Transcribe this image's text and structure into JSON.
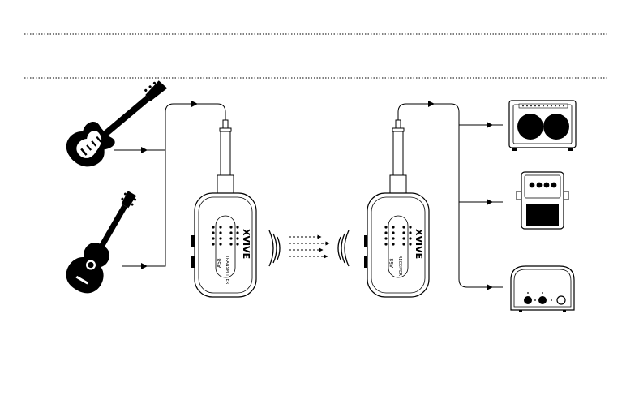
{
  "transmitter": {
    "brand": "XVIVE",
    "model": "A58",
    "role": "TRANSMITTER"
  },
  "receiver": {
    "brand": "XVIVE",
    "model": "A58",
    "role": "RECEIVER"
  },
  "sources": [
    {
      "icon": "electric-guitar-icon"
    },
    {
      "icon": "acoustic-guitar-icon"
    }
  ],
  "destinations": [
    {
      "icon": "amplifier-icon"
    },
    {
      "icon": "effects-pedal-icon"
    },
    {
      "icon": "audio-interface-icon"
    }
  ],
  "colors": {
    "line": "#000000",
    "background": "#ffffff"
  }
}
